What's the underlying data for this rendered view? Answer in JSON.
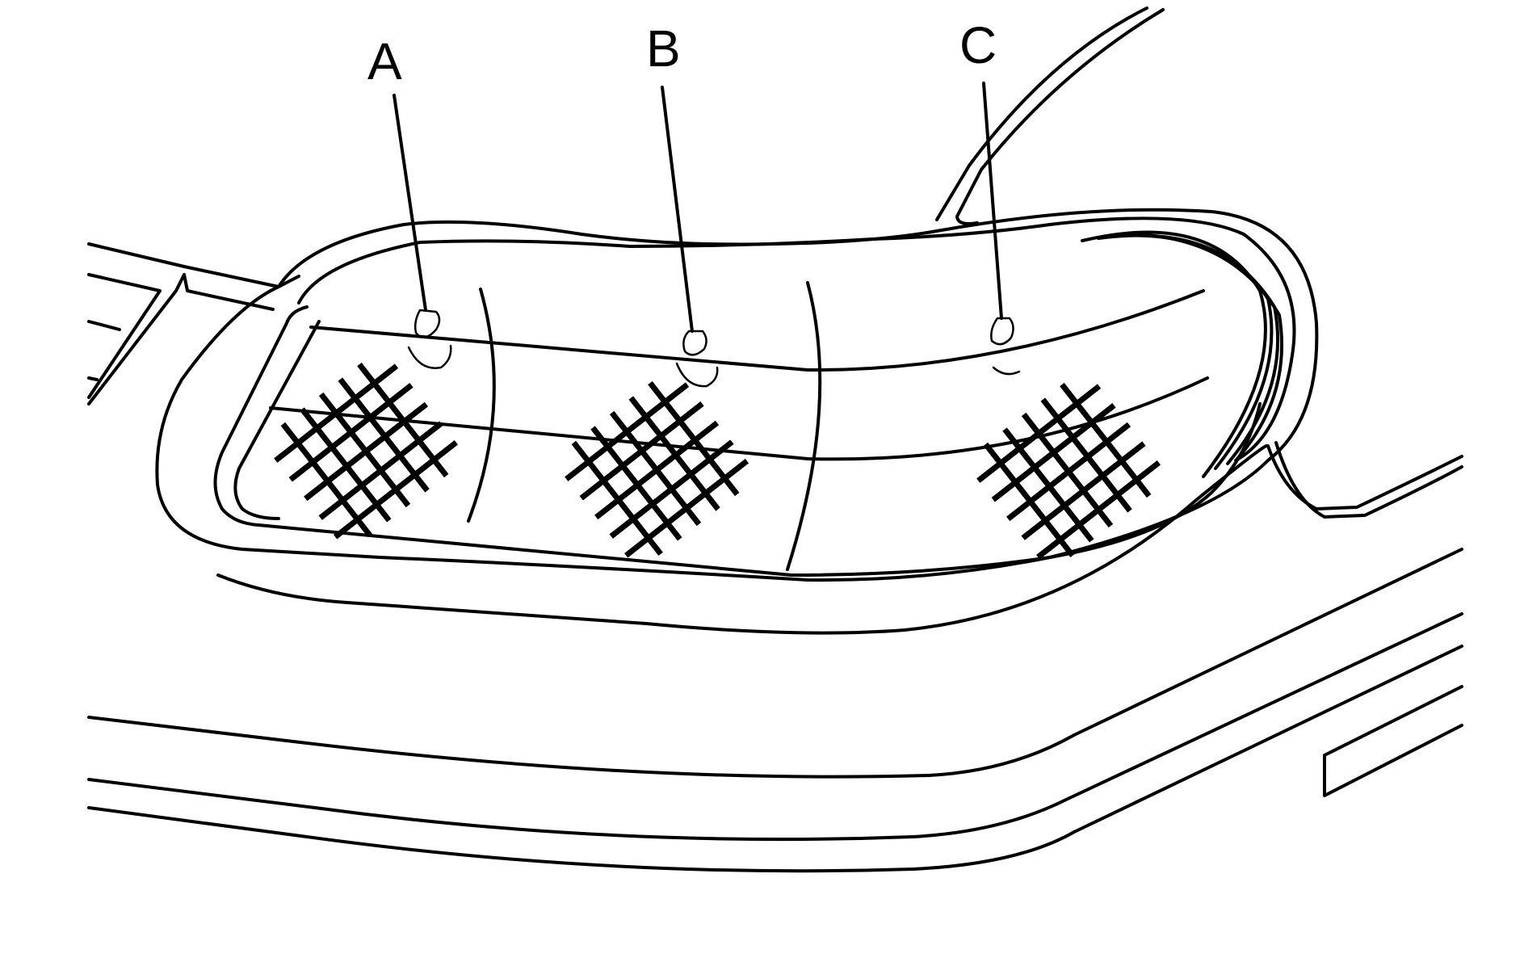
{
  "callouts": [
    {
      "id": "A",
      "label": "A"
    },
    {
      "id": "B",
      "label": "B"
    },
    {
      "id": "C",
      "label": "C"
    }
  ],
  "colors": {
    "background": "#ffffff",
    "line": "#000000"
  }
}
